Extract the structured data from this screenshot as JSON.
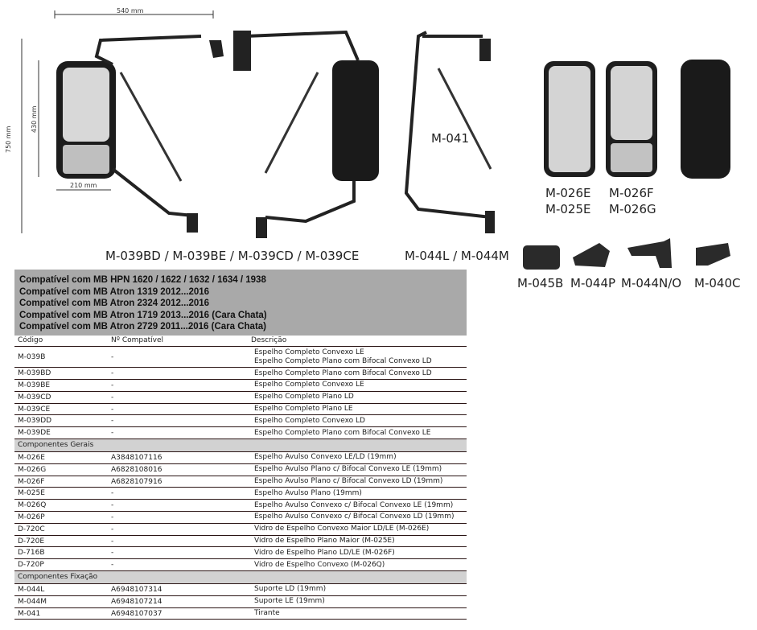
{
  "dimensions": {
    "width_total": "540 mm",
    "height_total": "750 mm",
    "mirror_height": "430 mm",
    "mirror_width": "210 mm"
  },
  "labels": {
    "main_set": "M-039BD / M-039BE / M-039CD / M-039CE",
    "rod": "M-041",
    "support": "M-044L / M-044M",
    "m026e": "M-026E",
    "m025e": "M-025E",
    "m026f": "M-026F",
    "m026g": "M-026G",
    "m045b": "M-045B",
    "m044p": "M-044P",
    "m044no": "M-044N/O",
    "m040c": "M-040C"
  },
  "compat": [
    "Compatível com MB HPN 1620 / 1622 / 1632 / 1634 / 1938",
    "Compatível com MB Atron 1319 2012...2016",
    "Compatível com MB Atron 2324 2012...2016",
    "Compatível com MB Atron 1719 2013...2016 (Cara Chata)",
    "Compatível com MB Atron 2729 2011...2016 (Cara Chata)"
  ],
  "columns": [
    "Código",
    "Nº Compatível",
    "Descrição"
  ],
  "rows": [
    {
      "code": "M-039B",
      "num": "-",
      "desc": "Espelho Completo Convexo LE",
      "desc2": "Espelho Completo Plano com Bifocal Convexo LD"
    },
    {
      "code": "M-039BD",
      "num": "-",
      "desc": "Espelho Completo Plano com Bifocal Convexo LD"
    },
    {
      "code": "M-039BE",
      "num": "-",
      "desc": "Espelho Completo Convexo LE"
    },
    {
      "code": "M-039CD",
      "num": "-",
      "desc": "Espelho Completo Plano LD"
    },
    {
      "code": "M-039CE",
      "num": "-",
      "desc": "Espelho Completo Plano LE"
    },
    {
      "code": "M-039DD",
      "num": "-",
      "desc": "Espelho Completo Convexo LD"
    },
    {
      "code": "M-039DE",
      "num": "-",
      "desc": "Espelho Completo Plano com Bifocal Convexo LE"
    }
  ],
  "section_gerais": "Componentes Gerais",
  "gerais": [
    {
      "code": "M-026E",
      "num": "A3848107116",
      "desc": "Espelho Avulso Convexo LE/LD (19mm)"
    },
    {
      "code": "M-026G",
      "num": "A6828108016",
      "desc": "Espelho Avulso Plano c/ Bifocal Convexo LE (19mm)"
    },
    {
      "code": "M-026F",
      "num": "A6828107916",
      "desc": "Espelho Avulso Plano c/ Bifocal Convexo LD (19mm)"
    },
    {
      "code": "M-025E",
      "num": "-",
      "desc": "Espelho Avulso Plano (19mm)"
    },
    {
      "code": "M-026Q",
      "num": "-",
      "desc": "Espelho Avulso Convexo c/ Bifocal Convexo LE (19mm)"
    },
    {
      "code": "M-026P",
      "num": "-",
      "desc": "Espelho Avulso Convexo c/ Bifocal Convexo LD (19mm)"
    },
    {
      "code": "D-720C",
      "num": "-",
      "desc": "Vidro de Espelho Convexo Maior LD/LE (M-026E)"
    },
    {
      "code": "D-720E",
      "num": "-",
      "desc": "Vidro de Espelho Plano Maior (M-025E)"
    },
    {
      "code": "D-716B",
      "num": "-",
      "desc": "Vidro de Espelho Plano LD/LE (M-026F)"
    },
    {
      "code": "D-720P",
      "num": "-",
      "desc": "Vidro de Espelho Convexo (M-026Q)"
    }
  ],
  "section_fixacao": "Componentes Fixação",
  "fixacao": [
    {
      "code": "M-044L",
      "num": "A6948107314",
      "desc": "Suporte LD (19mm)"
    },
    {
      "code": "M-044M",
      "num": "A6948107214",
      "desc": "Suporte LE (19mm)"
    },
    {
      "code": "M-041",
      "num": "A6948107037",
      "desc": "Tirante"
    }
  ]
}
